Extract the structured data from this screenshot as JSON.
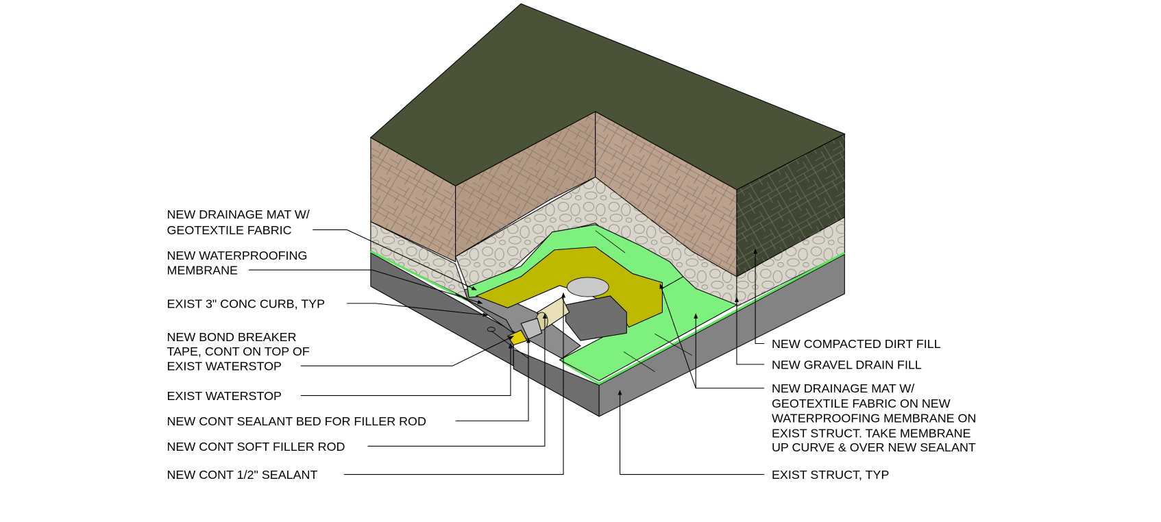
{
  "colors": {
    "top_soil": "#4a5238",
    "dirt_face": "#b9a08b",
    "dirt_face_dark": "#3f4631",
    "gravel": "#d9d5ca",
    "membrane": "#7df07d",
    "drainage_mat": "#bdb800",
    "concrete": "#7a7a7a",
    "filler_rod": "#e8dfb8"
  },
  "labels": {
    "left": [
      {
        "lines": [
          "NEW DRAINAGE MAT W/",
          "GEOTEXTILE FABRIC"
        ]
      },
      {
        "lines": [
          "NEW WATERPROOFING",
          "MEMBRANE"
        ]
      },
      {
        "lines": [
          "EXIST 3\" CONC CURB, TYP"
        ]
      },
      {
        "lines": [
          "NEW BOND BREAKER",
          "TAPE, CONT ON TOP OF",
          "EXIST WATERSTOP"
        ]
      },
      {
        "lines": [
          "EXIST WATERSTOP"
        ]
      },
      {
        "lines": [
          "NEW CONT SEALANT BED FOR FILLER ROD"
        ]
      },
      {
        "lines": [
          "NEW CONT SOFT FILLER ROD"
        ]
      },
      {
        "lines": [
          "NEW CONT 1/2\" SEALANT"
        ]
      }
    ],
    "right": [
      {
        "lines": [
          "NEW COMPACTED DIRT FILL"
        ]
      },
      {
        "lines": [
          "NEW GRAVEL DRAIN FILL"
        ]
      },
      {
        "lines": [
          "NEW DRAINAGE MAT W/",
          "GEOTEXTILE FABRIC ON NEW",
          "WATERPROOFING MEMBRANE ON",
          "EXIST STRUCT. TAKE MEMBRANE",
          "UP CURVE & OVER NEW SEALANT"
        ]
      },
      {
        "lines": [
          "EXIST STRUCT, TYP"
        ]
      }
    ]
  }
}
